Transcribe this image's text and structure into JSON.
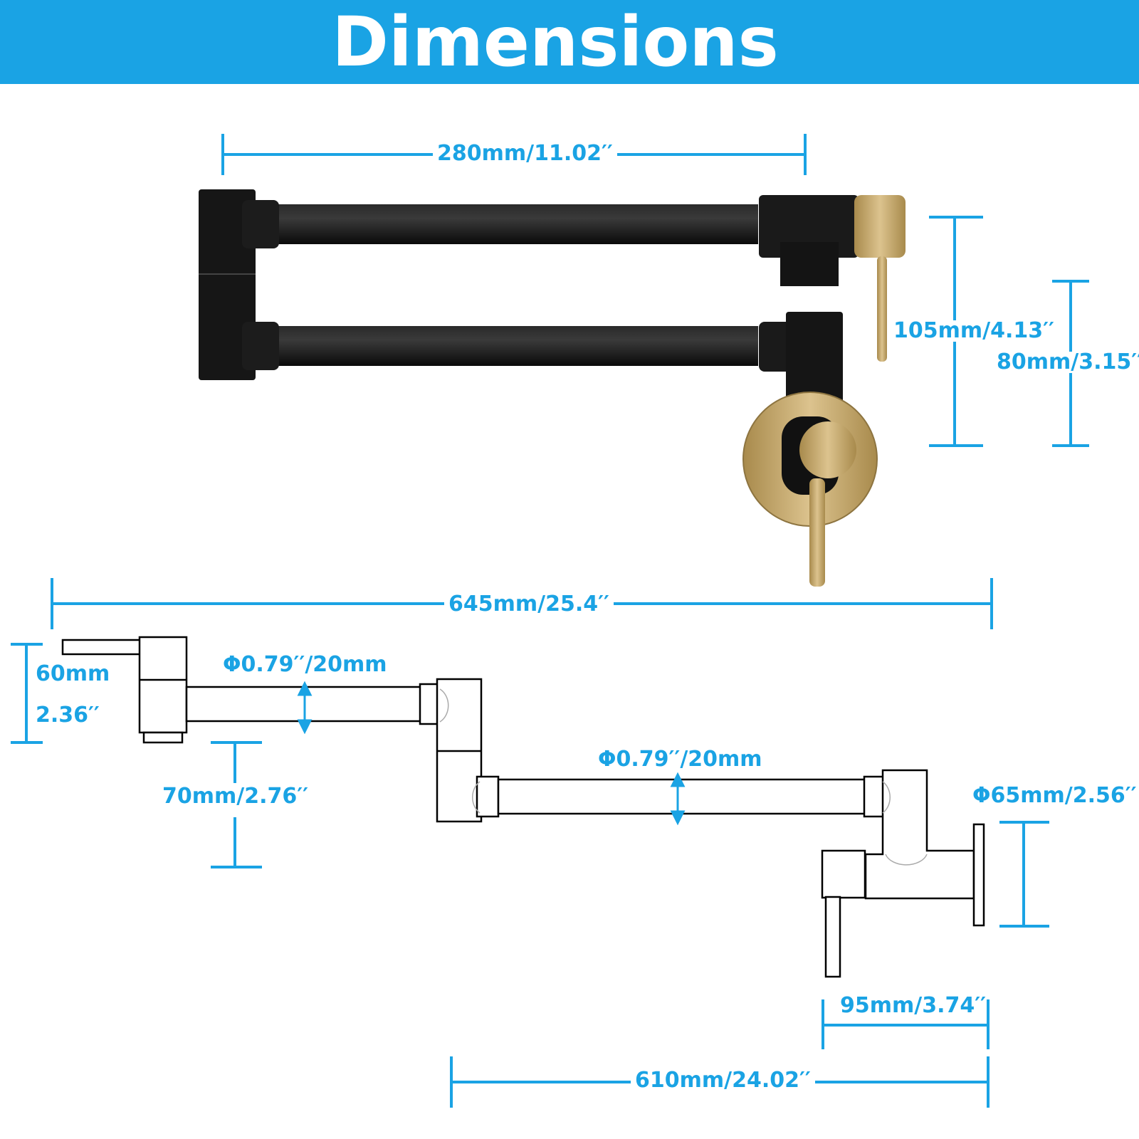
{
  "header": {
    "title": "Dimensions"
  },
  "colors": {
    "accent": "#1aa3e4",
    "faucet_body": "#111111",
    "brass": "#c9ab6a",
    "outline": "#000000"
  },
  "top_view": {
    "width_label": "280mm/11.02′′",
    "height_105_label": "105mm/4.13′′",
    "height_80_label": "80mm/3.15′′"
  },
  "bottom_view": {
    "total_length_label": "645mm/25.4′′",
    "handle_height_line1": "60mm",
    "handle_height_line2": "2.36′′",
    "pipe_diameter_upper": "Φ0.79′′/20mm",
    "pipe_diameter_lower": "Φ0.79′′/20mm",
    "arm_offset_label": "70mm/2.76′′",
    "flange_diameter_label": "Φ65mm/2.56′′",
    "wall_depth_label": "95mm/3.74′′",
    "extended_length_label": "610mm/24.02′′"
  }
}
